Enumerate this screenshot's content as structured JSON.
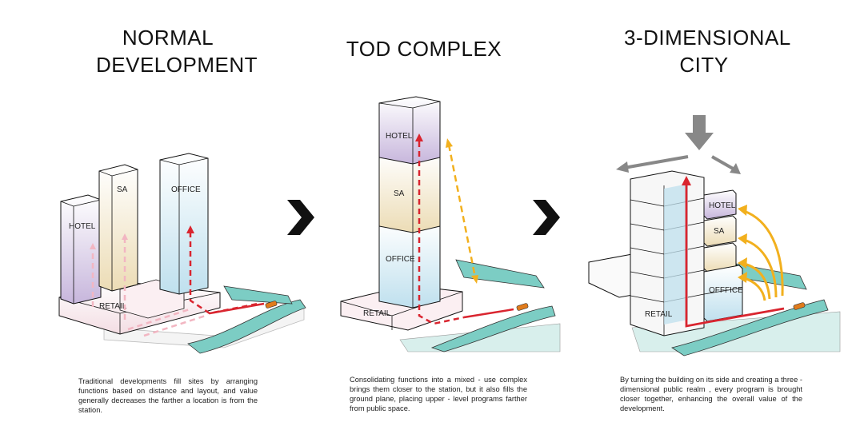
{
  "panels": [
    {
      "title_lines": [
        "NORMAL",
        "DEVELOPMENT"
      ],
      "description": "Traditional developments fill sites by arranging functions  based on distance and layout, and value generally decreases the farther a location is from the station.",
      "labels": {
        "hotel": "HOTEL",
        "sa": "SA",
        "office": "OFFICE",
        "retail": "RETAIL"
      }
    },
    {
      "title_lines": [
        "TOD COMPLEX"
      ],
      "description": "Consolidating functions into a mixed - use complex brings them closer to the station, but it also fills the ground plane, placing upper - level programs farther from public space.",
      "labels": {
        "hotel": "HOTEL",
        "sa": "SA",
        "office": "OFFICE",
        "retail": "RETAIL"
      }
    },
    {
      "title_lines": [
        "3-DIMENSIONAL",
        "CITY"
      ],
      "description": "By turning the building on its side and creating a three - dimensional public realm , every program is brought closer together, enhancing the overall value of the development.",
      "labels": {
        "hotel": "HOTEL",
        "sa": "SA",
        "office": "OFFFICE",
        "retail": "RETAIL"
      }
    }
  ],
  "colors": {
    "station_route": "#d9252f",
    "access_arrow": "#f2b01e",
    "hotel_tint": "#c7b6dc",
    "sa_tint": "#ecdcb5",
    "office_tint": "#bfe0ee",
    "water": "#7ccdc4",
    "station": "#e07b1c"
  }
}
